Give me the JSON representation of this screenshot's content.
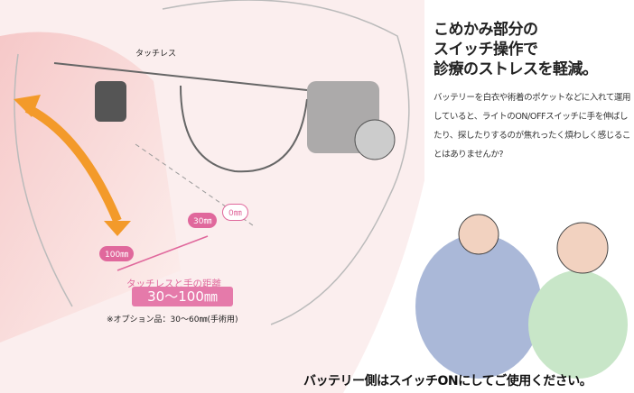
{
  "headline": [
    "こめかみ部分の",
    "スイッチ操作で",
    "診療のストレスを軽減。"
  ],
  "body": "バッテリーを白衣や術着のポケットなどに入れて運用していると、ライトのON/OFFスイッチに手を伸ばしたり、探したりするのが焦れったく煩わしく感じることはありませんか?",
  "sensor_label": "タッチレス",
  "bubbles": {
    "far": "100㎜",
    "mid": "30㎜",
    "zero": "0㎜"
  },
  "distance": {
    "title": "タッチレスと手の距離",
    "value": "30〜100㎜"
  },
  "note": "※オプション品：30〜60㎜(手術用)",
  "footer": "バッテリー側はスイッチONにしてご使用ください。",
  "colors": {
    "accent": "#e0689c",
    "arrow": "#f39a2a"
  }
}
